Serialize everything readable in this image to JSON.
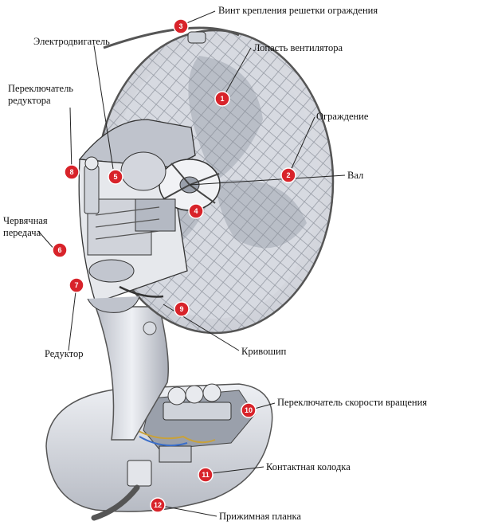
{
  "labels": {
    "screw": "Винт крепления решетки ограждения",
    "motor": "Электродвигатель",
    "blade": "Лопасть вентилятора",
    "reducer_switch": "Переключатель редуктора",
    "guard": "Ограждение",
    "shaft": "Вал",
    "worm": "Червячная передача",
    "reducer": "Редуктор",
    "crank": "Кривошип",
    "speed_switch": "Переключатель скорости вращения",
    "terminal": "Контактная колодка",
    "clamp": "Прижимная планка"
  },
  "markers": [
    "1",
    "2",
    "3",
    "4",
    "5",
    "6",
    "7",
    "8",
    "9",
    "10",
    "11",
    "12"
  ],
  "colors": {
    "marker": "#d8232a",
    "text": "#111111",
    "line": "#222222"
  }
}
